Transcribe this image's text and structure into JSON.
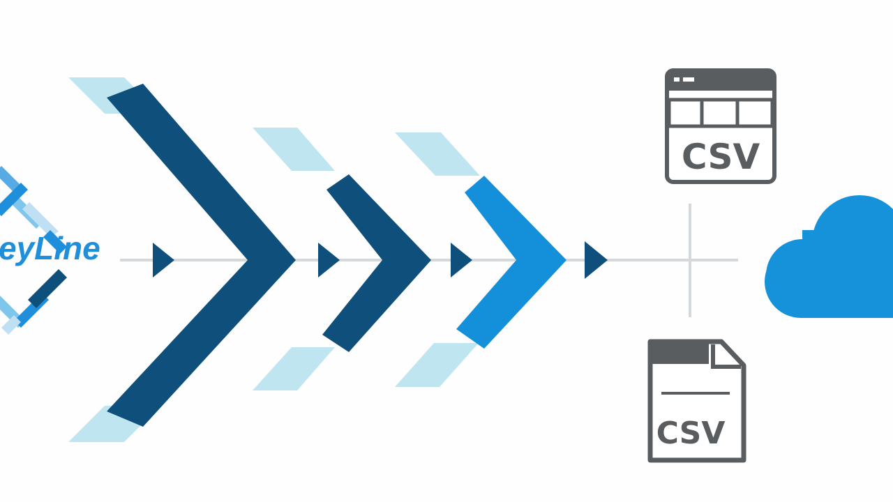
{
  "logo": {
    "text": "eyLine",
    "text_color": "#1f8fdc",
    "dark_color": "#0f4f7c"
  },
  "pipeline": {
    "stage_count": 3,
    "dark_blue": "#0f4f7c",
    "bright_blue": "#1490da",
    "pale_blue": "#bfe5f0",
    "arrow_color": "#0f4f7c",
    "line_color": "#d5d8db"
  },
  "outputs": {
    "table_csv_label": "CSV",
    "file_csv_label": "CSV",
    "icon_color": "#5a5d60",
    "cloud_color": "#1592d9"
  }
}
